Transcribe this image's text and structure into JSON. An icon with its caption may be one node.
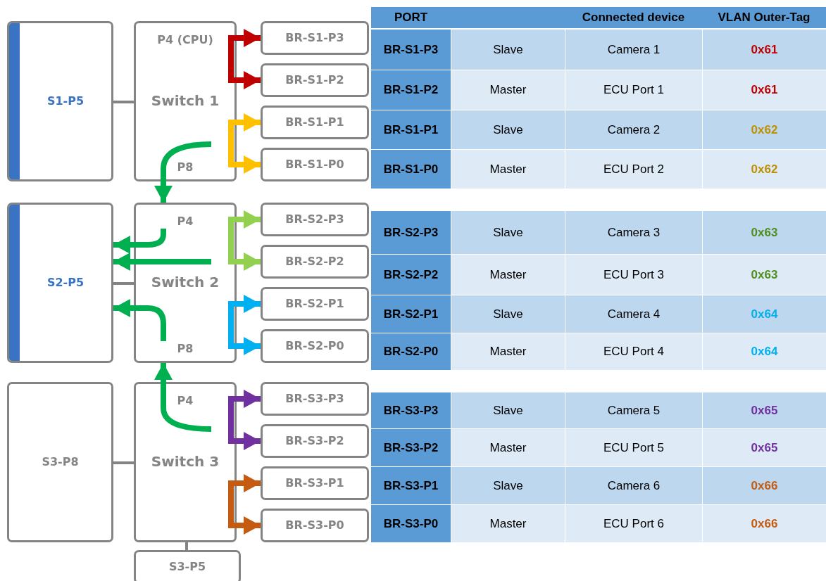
{
  "diagram": {
    "nodes": [
      {
        "text": [
          "S1-P5"
        ]
      },
      {
        "text": [
          "P4 (CPU)",
          "Switch 1",
          "P8"
        ]
      },
      {
        "text": [
          "BR-S1-P3"
        ]
      },
      {
        "text": [
          "BR-S1-P2"
        ]
      },
      {
        "text": [
          "BR-S1-P1"
        ]
      },
      {
        "text": [
          "BR-S1-P0"
        ]
      },
      {
        "text": [
          "S2-P5"
        ]
      },
      {
        "text": [
          "P4",
          "Switch 2",
          "P8"
        ]
      },
      {
        "text": [
          "BR-S2-P3"
        ]
      },
      {
        "text": [
          "BR-S2-P2"
        ]
      },
      {
        "text": [
          "BR-S2-P1"
        ]
      },
      {
        "text": [
          "BR-S2-P0"
        ]
      },
      {
        "text": [
          "S3-P8"
        ]
      },
      {
        "text": [
          "P4",
          "Switch 3"
        ]
      },
      {
        "text": [
          "BR-S3-P3"
        ]
      },
      {
        "text": [
          "BR-S3-P2"
        ]
      },
      {
        "text": [
          "BR-S3-P1"
        ]
      },
      {
        "text": [
          "BR-S3-P0"
        ]
      },
      {
        "text": [
          "S3-P5"
        ]
      }
    ],
    "edges": [
      {
        "from": 0,
        "to": 1,
        "arrow": "none",
        "color": "#848484"
      },
      {
        "from": 1,
        "to": 2,
        "arrow": "to",
        "color": "#c00000"
      },
      {
        "from": 1,
        "to": 3,
        "arrow": "to",
        "color": "#c00000"
      },
      {
        "from": 1,
        "to": 4,
        "arrow": "to",
        "color": "#ffc000"
      },
      {
        "from": 1,
        "to": 5,
        "arrow": "to",
        "color": "#ffc000"
      },
      {
        "from": 1,
        "to": 7,
        "arrow": "to",
        "color": "#00b050"
      },
      {
        "from": 6,
        "to": 7,
        "arrow": "none",
        "color": "#848484"
      },
      {
        "from": 7,
        "to": 8,
        "arrow": "to",
        "color": "#92d050"
      },
      {
        "from": 7,
        "to": 9,
        "arrow": "to",
        "color": "#92d050"
      },
      {
        "from": 7,
        "to": 10,
        "arrow": "to",
        "color": "#00b0f0"
      },
      {
        "from": 7,
        "to": 11,
        "arrow": "to",
        "color": "#00b0f0"
      },
      {
        "from": 7,
        "to": 6,
        "arrow": "to",
        "color": "#00b050"
      },
      {
        "from": 7,
        "to": 6,
        "arrow": "to",
        "color": "#00b050"
      },
      {
        "from": 7,
        "to": 6,
        "arrow": "to",
        "color": "#00b050"
      },
      {
        "from": 12,
        "to": 13,
        "arrow": "none",
        "color": "#848484"
      },
      {
        "from": 13,
        "to": 14,
        "arrow": "to",
        "color": "#7030a0"
      },
      {
        "from": 13,
        "to": 15,
        "arrow": "to",
        "color": "#7030a0"
      },
      {
        "from": 13,
        "to": 16,
        "arrow": "to",
        "color": "#c55a11"
      },
      {
        "from": 13,
        "to": 17,
        "arrow": "to",
        "color": "#c55a11"
      },
      {
        "from": 13,
        "to": 7,
        "arrow": "to",
        "color": "#00b050"
      },
      {
        "from": 13,
        "to": 18,
        "arrow": "none",
        "color": "#848484"
      }
    ],
    "labels": [
      "PORT",
      "Connected device",
      "VLAN Outer-Tag",
      "BR-S1-P3",
      "Slave",
      "Camera 1",
      "0x61",
      "BR-S1-P2",
      "Master",
      "ECU Port 1",
      "0x61",
      "BR-S1-P1",
      "Slave",
      "Camera 2",
      "0x62",
      "BR-S1-P0",
      "Master",
      "ECU Port 2",
      "0x62",
      "BR-S2-P3",
      "Slave",
      "Camera 3",
      "0x63",
      "BR-S2-P2",
      "Master",
      "ECU Port 3",
      "0x63",
      "BR-S2-P1",
      "Slave",
      "Camera 4",
      "0x64",
      "BR-S2-P0",
      "Master",
      "ECU Port 4",
      "0x64",
      "BR-S3-P3",
      "Slave",
      "Camera 5",
      "0x65",
      "BR-S3-P2",
      "Master",
      "ECU Port 5",
      "0x65",
      "BR-S3-P1",
      "Slave",
      "Camera 6",
      "0x66",
      "BR-S3-P0",
      "Master",
      "ECU Port 6",
      "0x66"
    ]
  }
}
